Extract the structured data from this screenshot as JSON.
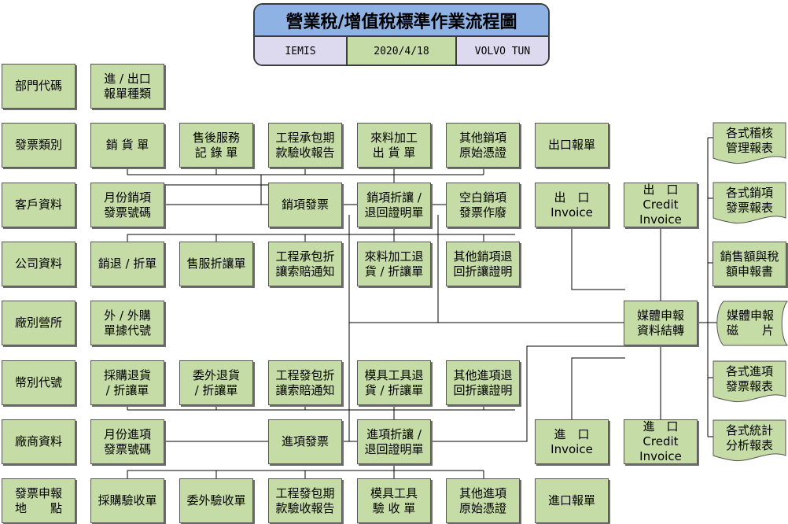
{
  "header": {
    "title": "營業稅/增值稅標準作業流程圖",
    "system": "IEMIS",
    "date": "2020/4/18",
    "org": "VOLVO TUN"
  },
  "categories": [
    "部門代碼",
    "發票類別",
    "客戶資料",
    "公司資料",
    "廠別營所",
    "幣別代號",
    "廠商資料",
    "發票申報\n地　　點"
  ],
  "steps": {
    "import_export_type": "進 / 出口\n報單種類",
    "sales_invoice": "銷  貨  單",
    "after_sales_record": "售後服務\n記  錄  單",
    "contract_acceptance_report": "工程承包期\n款驗收報告",
    "processing_delivery": "來料加工\n出  貨  單",
    "other_sales_voucher": "其他銷項\n原始憑證",
    "export_declaration": "出口報單",
    "monthly_sales_number": "月份銷項\n發票號碼",
    "sales_invoice_issue": "銷項發票",
    "sales_allowance": "銷項折讓 /\n退回證明單",
    "blank_sales_void": "空白銷項\n發票作廢",
    "export_invoice": "出　口\nInvoice",
    "export_credit_invoice": "出　口\nCredit\nInvoice",
    "sales_return": "銷退 / 折單",
    "after_sales_allowance": "售服折讓單",
    "contract_claim_notice": "工程承包折\n讓索賠通知",
    "processing_return": "來料加工退\n貨 / 折讓單",
    "other_sales_return": "其他銷項退\n回折讓證明",
    "outsourcing_code": "外 / 外購\n單據代號",
    "media_transfer": "媒體申報\n資料結轉",
    "purchase_return": "採購退貨\n/ 折讓單",
    "outsource_return": "委外退貨\n/ 折讓單",
    "subcontract_claim_notice": "工程發包折\n讓索賠通知",
    "mold_return": "模具工具退\n貨 / 折讓單",
    "other_purchase_return": "其他進項退\n回折讓證明",
    "monthly_purchase_number": "月份進項\n發票號碼",
    "purchase_invoice": "進項發票",
    "purchase_allowance": "進項折讓 /\n退回證明單",
    "import_invoice": "進　口\nInvoice",
    "import_credit_invoice": "進　口\nCredit\nInvoice",
    "purchase_acceptance": "採購驗收單",
    "outsource_acceptance": "委外驗收單",
    "subcontract_acceptance_report": "工程發包期\n款驗收報告",
    "mold_acceptance": "模具工具\n驗  收  單",
    "other_purchase_voucher": "其他進項\n原始憑證",
    "import_declaration": "進口報單"
  },
  "reports": {
    "audit_reports": "各式稽核\n管理報表",
    "sales_invoice_reports": "各式銷項\n發票報表",
    "sales_tax_report": "銷售額與稅\n額申報書",
    "media_disk": "媒體申報\n磁　　片",
    "purchase_invoice_reports": "各式進項\n發票報表",
    "analysis_reports": "各式統計\n分析報表"
  },
  "colors": {
    "box_fill": "#c6dca6",
    "header_title_fill": "#8fb2e4",
    "header_side_fill": "#ddd9ee",
    "line": "#000000"
  }
}
